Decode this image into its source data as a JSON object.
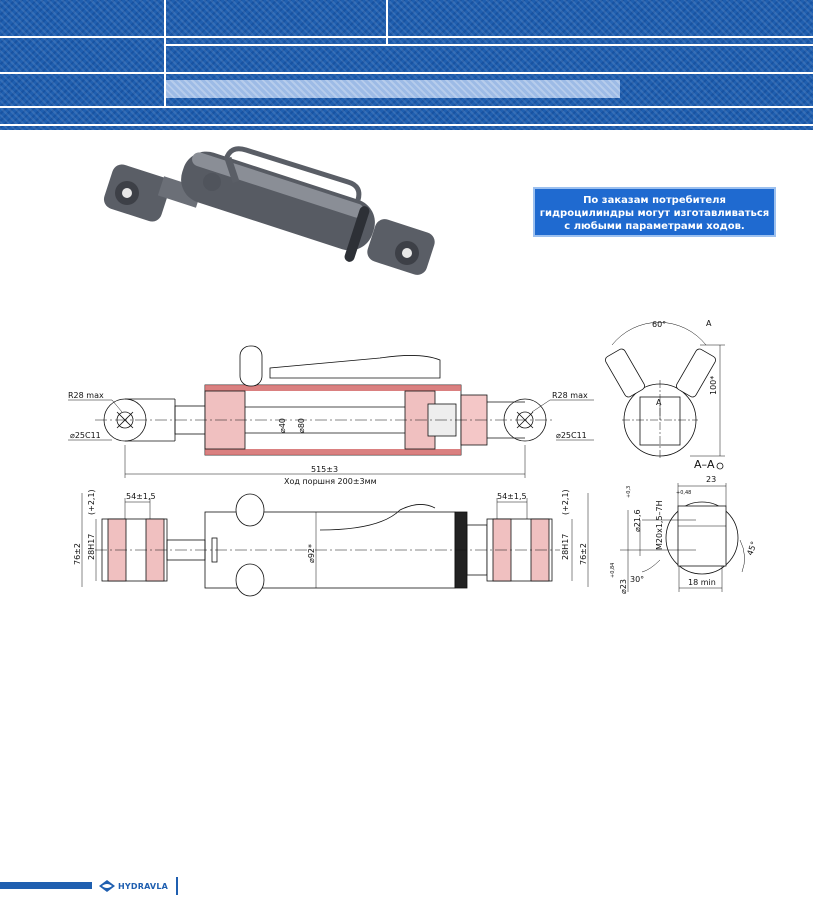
{
  "header": {
    "colors": {
      "primary": "#1f5fb0",
      "light": "#9dbbe6"
    }
  },
  "note": {
    "lines": [
      "По заказам потребителя",
      "гидроцилиндры могут изготавливаться",
      "с любыми параметрами ходов."
    ]
  },
  "drawing": {
    "radius_left": "R28 max",
    "radius_right": "R28 max",
    "pin_left": "⌀25C11",
    "pin_right": "⌀25C11",
    "rod_dia": "⌀40",
    "bore_dia": "⌀80",
    "length": "515±3",
    "stroke": "Ход поршня 200±3мм",
    "slot_left": "54±1,5",
    "slot_right": "54±1,5",
    "width_left": "28H17",
    "width_right": "28H17",
    "tol_left": "(+2,1)",
    "tol_right": "(+2,1)",
    "height_left": "76±2",
    "height_right": "76±2",
    "body_dia": "⌀92*",
    "angle_top": "60°",
    "section_mark": "A",
    "height_100": "100*",
    "section_label": "A–A",
    "port_width": "23",
    "port_depth": "+0,48",
    "thread": "M20x1,5–7H",
    "dia_216": "⌀21,6",
    "dia_216_tol": "+0,3",
    "dia_23": "⌀23",
    "dia_23_tol": "+0,84",
    "angle_30": "30°",
    "angle_45": "45°",
    "min_18": "18 min"
  },
  "footer": {
    "brand": "HYDRAVLA"
  }
}
